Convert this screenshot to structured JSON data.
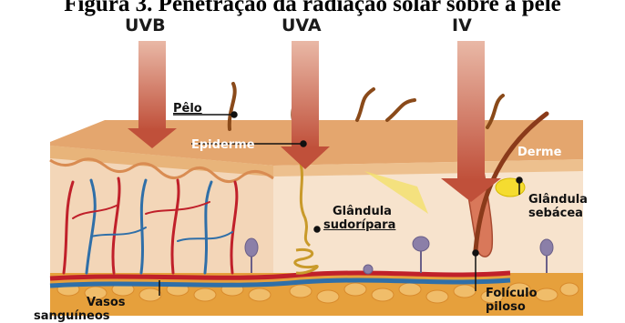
{
  "caption": "Figura 3. Penetração da radiação solar sobre a pele",
  "radiation_labels": {
    "uvb": "UVB",
    "uva": "UVA",
    "iv": "IV"
  },
  "structures": {
    "pelo": "Pêlo",
    "epiderme": "Epiderme",
    "derme": "Derme",
    "glandula_sudoripara_1": "Glândula",
    "glandula_sudoripara_2": "sudorípara",
    "glandula_sebacea_1": "Glândula",
    "glandula_sebacea_2": "sebácea",
    "vasos_1": "Vasos",
    "vasos_2": "sanguíneos",
    "foliculo_1": "Folículo",
    "foliculo_2": "piloso"
  },
  "colors": {
    "arrow": "#c0503a",
    "epidermis": "#e8b47a",
    "dermis": "#f3d6b8",
    "fat": "#e6a03c",
    "artery": "#c0202a",
    "vein": "#2f6fa8",
    "hair": "#8a4a1a"
  }
}
